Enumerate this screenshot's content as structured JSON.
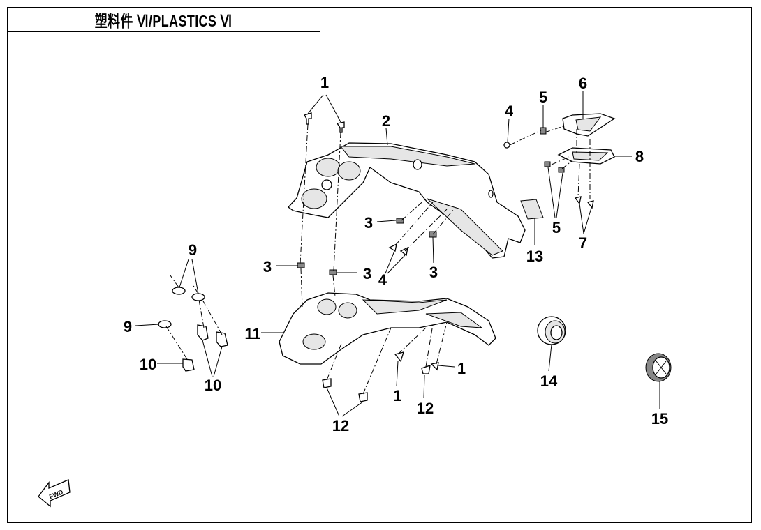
{
  "title": "塑料件 Ⅵ/PLASTICS Ⅵ",
  "callouts": {
    "a1": "1",
    "a2": "2",
    "a3": "3",
    "a4": "4",
    "a5": "5",
    "a6": "6",
    "a7": "7",
    "a8": "8",
    "a9": "9",
    "a10": "10",
    "a11": "11",
    "a12": "12",
    "a13": "13",
    "a14": "14",
    "a15": "15"
  },
  "fwd_badge": "FWD"
}
